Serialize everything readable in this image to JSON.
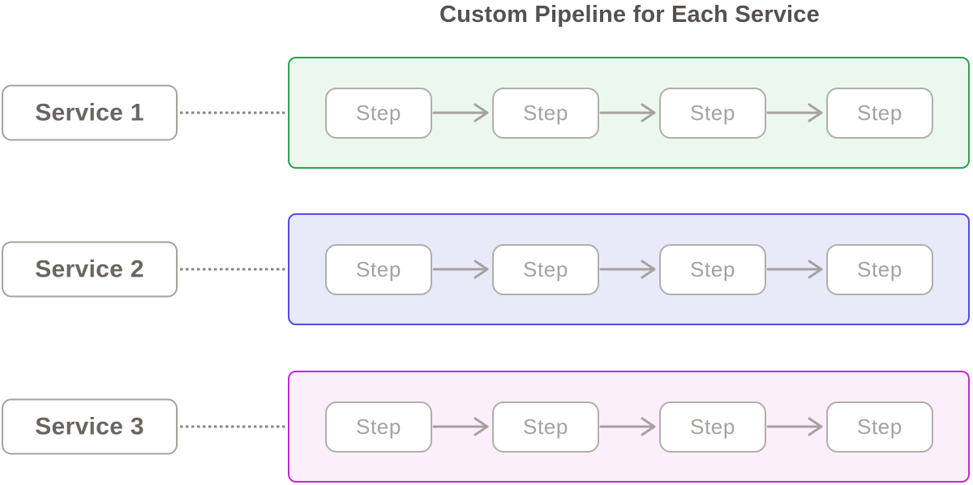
{
  "title": "Custom Pipeline for Each Service",
  "palette": {
    "title_text": "#56514d",
    "service_text": "#6b6560",
    "service_border": "#a6a19d",
    "step_text": "#a7a29e",
    "step_border": "#b2aeab",
    "arrow": "#a7a2a0",
    "connector": "#8b8683"
  },
  "rows": [
    {
      "service_label": "Service 1",
      "accent": "#2aa34e",
      "background": "#ecf8ef",
      "steps": [
        "Step",
        "Step",
        "Step",
        "Step"
      ]
    },
    {
      "service_label": "Service 2",
      "accent": "#544ae6",
      "background": "#e9eaf9",
      "steps": [
        "Step",
        "Step",
        "Step",
        "Step"
      ]
    },
    {
      "service_label": "Service 3",
      "accent": "#c32bd1",
      "background": "#fbeffc",
      "steps": [
        "Step",
        "Step",
        "Step",
        "Step"
      ]
    }
  ]
}
